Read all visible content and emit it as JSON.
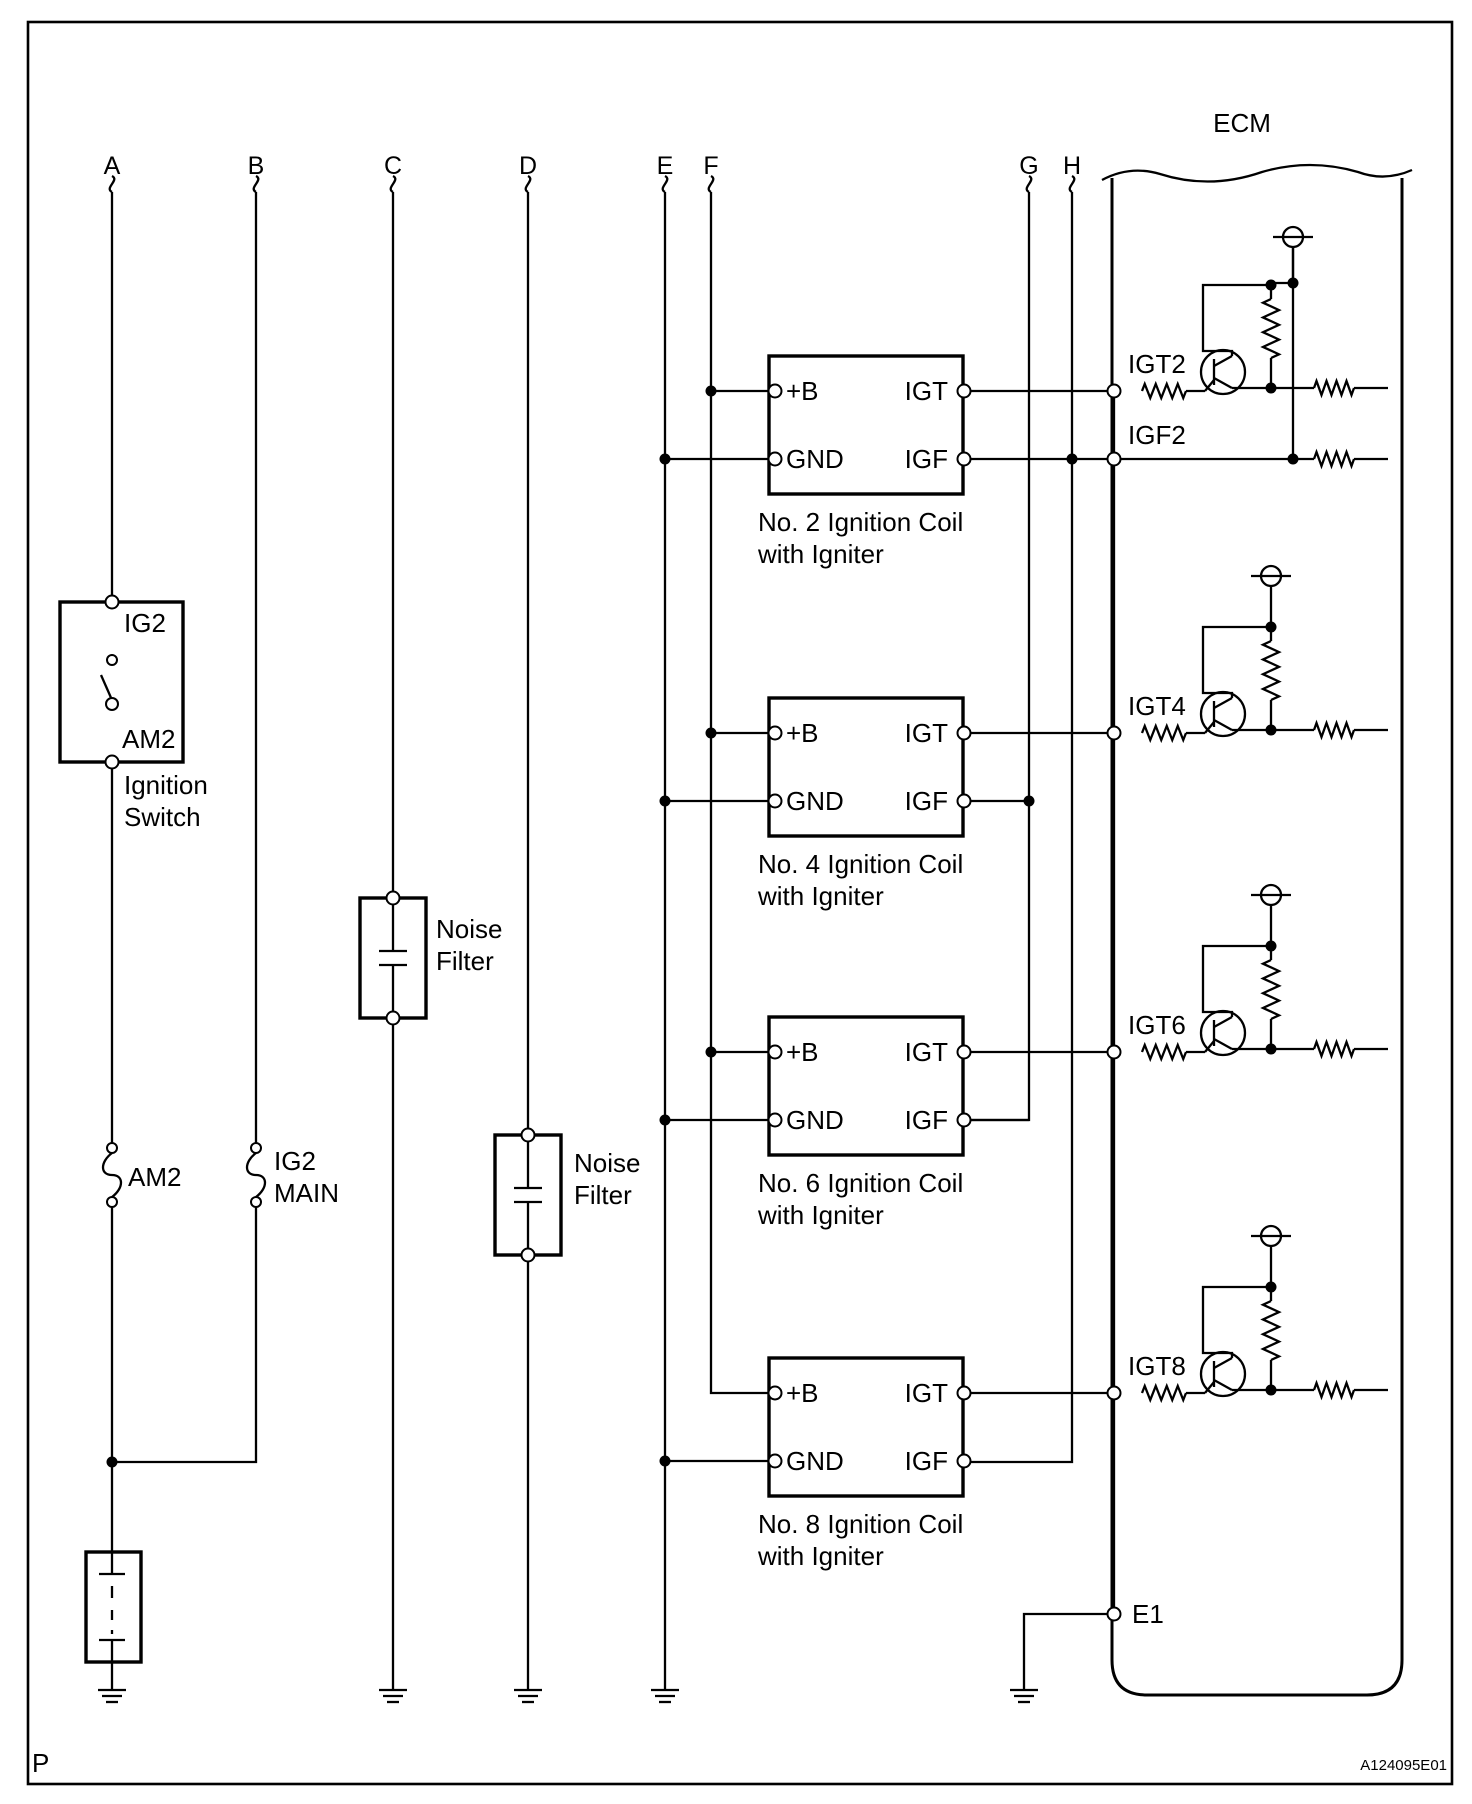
{
  "corner_labels": {
    "left": "P",
    "right": "A124095E01"
  },
  "columns": [
    "A",
    "B",
    "C",
    "D",
    "E",
    "F",
    "G",
    "H"
  ],
  "ecm": {
    "title": "ECM",
    "ground_terminal": "E1"
  },
  "ignition_switch": {
    "top_terminal": "IG2",
    "bottom_terminal": "AM2",
    "caption": [
      "Ignition",
      "Switch"
    ]
  },
  "fuses": [
    {
      "lines": [
        "AM2"
      ]
    },
    {
      "lines": [
        "IG2",
        "MAIN"
      ]
    }
  ],
  "noise_filters": [
    {
      "lines": [
        "Noise",
        "Filter"
      ]
    },
    {
      "lines": [
        "Noise",
        "Filter"
      ]
    }
  ],
  "coils": [
    {
      "pin_b": "+B",
      "pin_gnd": "GND",
      "pin_igt": "IGT",
      "pin_igf": "IGF",
      "caption": [
        "No. 2 Ignition Coil",
        "with Igniter"
      ],
      "ecm_igt": "IGT2",
      "ecm_igf": "IGF2"
    },
    {
      "pin_b": "+B",
      "pin_gnd": "GND",
      "pin_igt": "IGT",
      "pin_igf": "IGF",
      "caption": [
        "No. 4 Ignition Coil",
        "with Igniter"
      ],
      "ecm_igt": "IGT4"
    },
    {
      "pin_b": "+B",
      "pin_gnd": "GND",
      "pin_igt": "IGT",
      "pin_igf": "IGF",
      "caption": [
        "No. 6 Ignition Coil",
        "with Igniter"
      ],
      "ecm_igt": "IGT6"
    },
    {
      "pin_b": "+B",
      "pin_gnd": "GND",
      "pin_igt": "IGT",
      "pin_igf": "IGF",
      "caption": [
        "No. 8 Ignition Coil",
        "with Igniter"
      ],
      "ecm_igt": "IGT8"
    }
  ]
}
